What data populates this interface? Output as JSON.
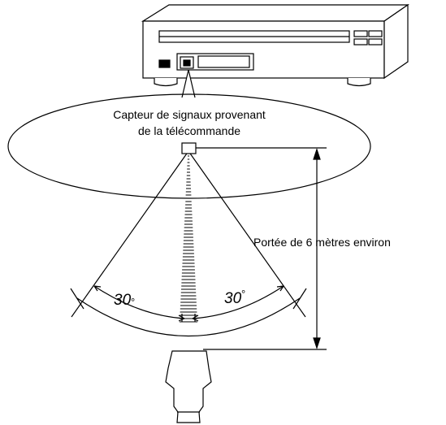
{
  "diagram": {
    "sensor_label_line1": "Capteur de signaux provenant",
    "sensor_label_line2": "de la télécommande",
    "range_label": "Portée de 6 mètres environ",
    "left_angle": {
      "value": "30",
      "unit": "°"
    },
    "right_angle": {
      "value": "30",
      "unit": "°"
    },
    "colors": {
      "line": "#000000",
      "background": "#ffffff"
    },
    "icons": [
      "cd-player-device",
      "remote-control",
      "sensor-marker",
      "range-arrow"
    ]
  }
}
